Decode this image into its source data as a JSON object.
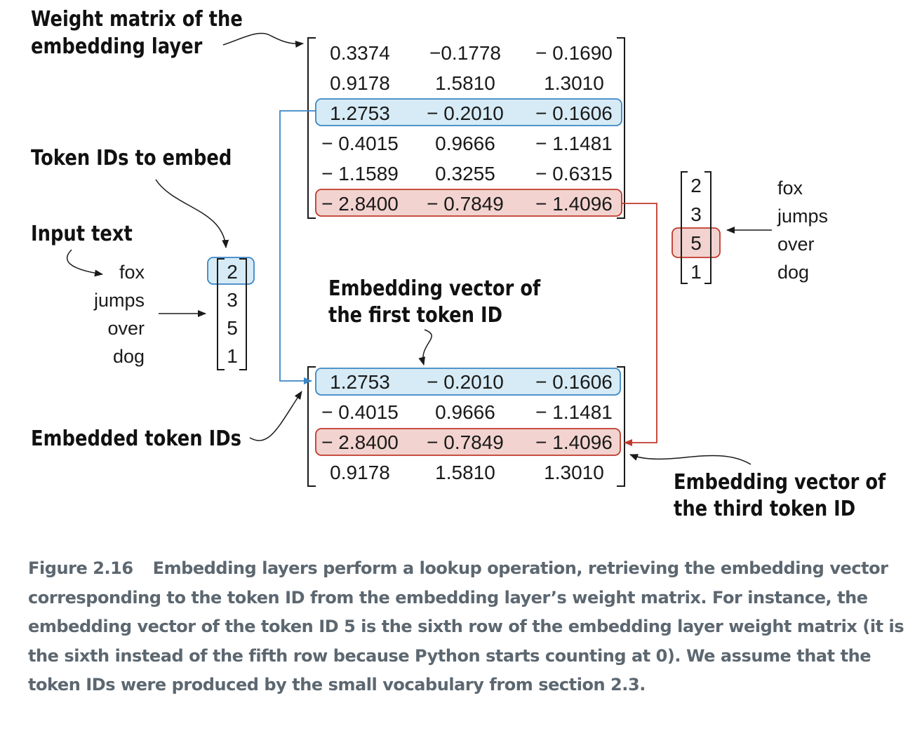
{
  "labels": {
    "weight_matrix": [
      "Weight matrix of the",
      "embedding layer"
    ],
    "token_ids_to_embed": "Token IDs to embed",
    "input_text": "Input text",
    "embedding_vector_first": [
      "Embedding vector of",
      "the first token ID"
    ],
    "embedded_token_ids": "Embedded token IDs",
    "embedding_vector_third": [
      "Embedding vector of",
      "the third token ID"
    ]
  },
  "input_words": [
    "fox",
    "jumps",
    "over",
    "dog"
  ],
  "token_ids": [
    "2",
    "3",
    "5",
    "1"
  ],
  "weight_matrix_rows": [
    [
      "0.3374",
      "−0.1778",
      "− 0.1690"
    ],
    [
      "0.9178",
      "1.5810",
      "1.3010"
    ],
    [
      "1.2753",
      "− 0.2010",
      "− 0.1606"
    ],
    [
      "− 0.4015",
      "0.9666",
      "− 1.1481"
    ],
    [
      "− 1.1589",
      "0.3255",
      "− 0.6315"
    ],
    [
      "− 2.8400",
      "− 0.7849",
      "− 1.4096"
    ]
  ],
  "embedded_rows": [
    [
      "1.2753",
      "− 0.2010",
      "− 0.1606"
    ],
    [
      "− 0.4015",
      "0.9666",
      "− 1.1481"
    ],
    [
      "− 2.8400",
      "− 0.7849",
      "− 1.4096"
    ],
    [
      "0.9178",
      "1.5810",
      "1.3010"
    ]
  ],
  "highlight_colors": {
    "blue_fill": "#d6ebf5",
    "blue_stroke": "#3b86c6",
    "red_fill": "#f2d3cf",
    "red_stroke": "#c0392b"
  },
  "caption": {
    "figure_label": "Figure 2.16",
    "text": "Embedding layers perform a lookup operation, retrieving the embedding vector corresponding to the token ID from the embedding layer’s weight matrix. For instance, the embedding vector of the token ID 5 is the sixth row of the embedding layer weight matrix (it is the sixth instead of the fifth row because Python starts counting at 0). We assume that the token IDs were produced by the small vocabulary from section 2.3."
  }
}
